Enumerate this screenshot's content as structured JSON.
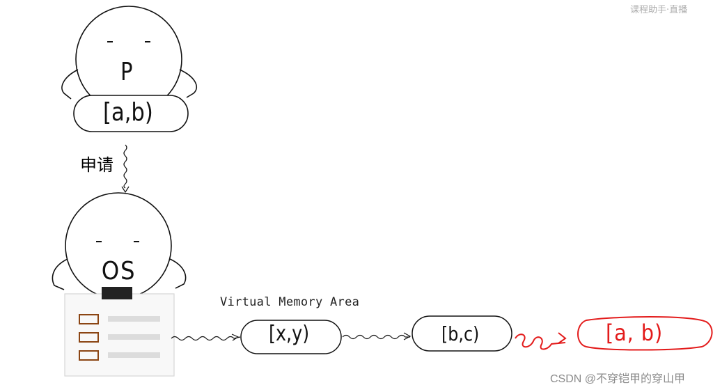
{
  "diagram": {
    "process_label": "P",
    "process_range": "[a,b)",
    "request_label": "申请",
    "os_label": "OS",
    "vma_label": "Virtual Memory Area",
    "vma_nodes": [
      {
        "text": "[x,y)"
      },
      {
        "text": "[b,c)"
      },
      {
        "text": "[a, b)"
      }
    ],
    "accent_color": "#e31b1b",
    "list_bullet_color": "#8b4513"
  },
  "watermark": {
    "top_right": "课程助手·直播",
    "credit": "CSDN @不穿铠甲的穿山甲"
  }
}
